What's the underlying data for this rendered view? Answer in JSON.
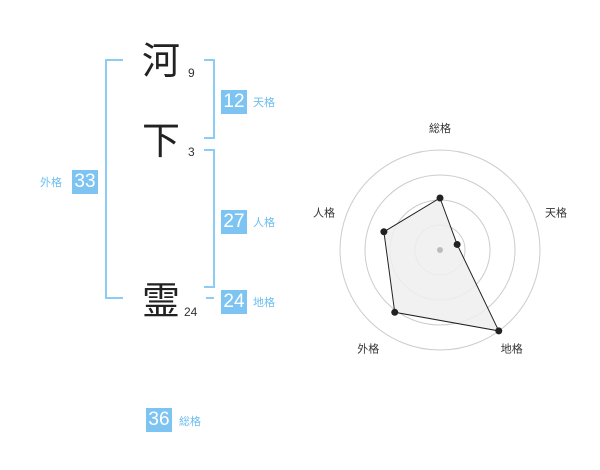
{
  "name": {
    "chars": [
      {
        "char": "河",
        "strokes": "9"
      },
      {
        "char": "下",
        "strokes": "3"
      },
      {
        "char": "霊",
        "strokes": "24"
      }
    ]
  },
  "kaku": {
    "tenkaku": {
      "value": "12",
      "label": "天格"
    },
    "jinkaku": {
      "value": "27",
      "label": "人格"
    },
    "chikaku": {
      "value": "24",
      "label": "地格"
    },
    "gaikaku": {
      "value": "33",
      "label": "外格"
    },
    "soukaku": {
      "value": "36",
      "label": "総格"
    }
  },
  "colors": {
    "accent": "#7dc4f2",
    "bracket": "#8ccdf5",
    "radar_fill": "#efefef",
    "radar_line": "#222222",
    "ring": "#cccccc"
  },
  "chart_data": {
    "type": "radar",
    "axes": [
      "総格",
      "天格",
      "地格",
      "外格",
      "人格"
    ],
    "values": [
      0.52,
      0.18,
      1.0,
      0.77,
      0.59
    ],
    "rings": 4,
    "max": 1.0
  }
}
